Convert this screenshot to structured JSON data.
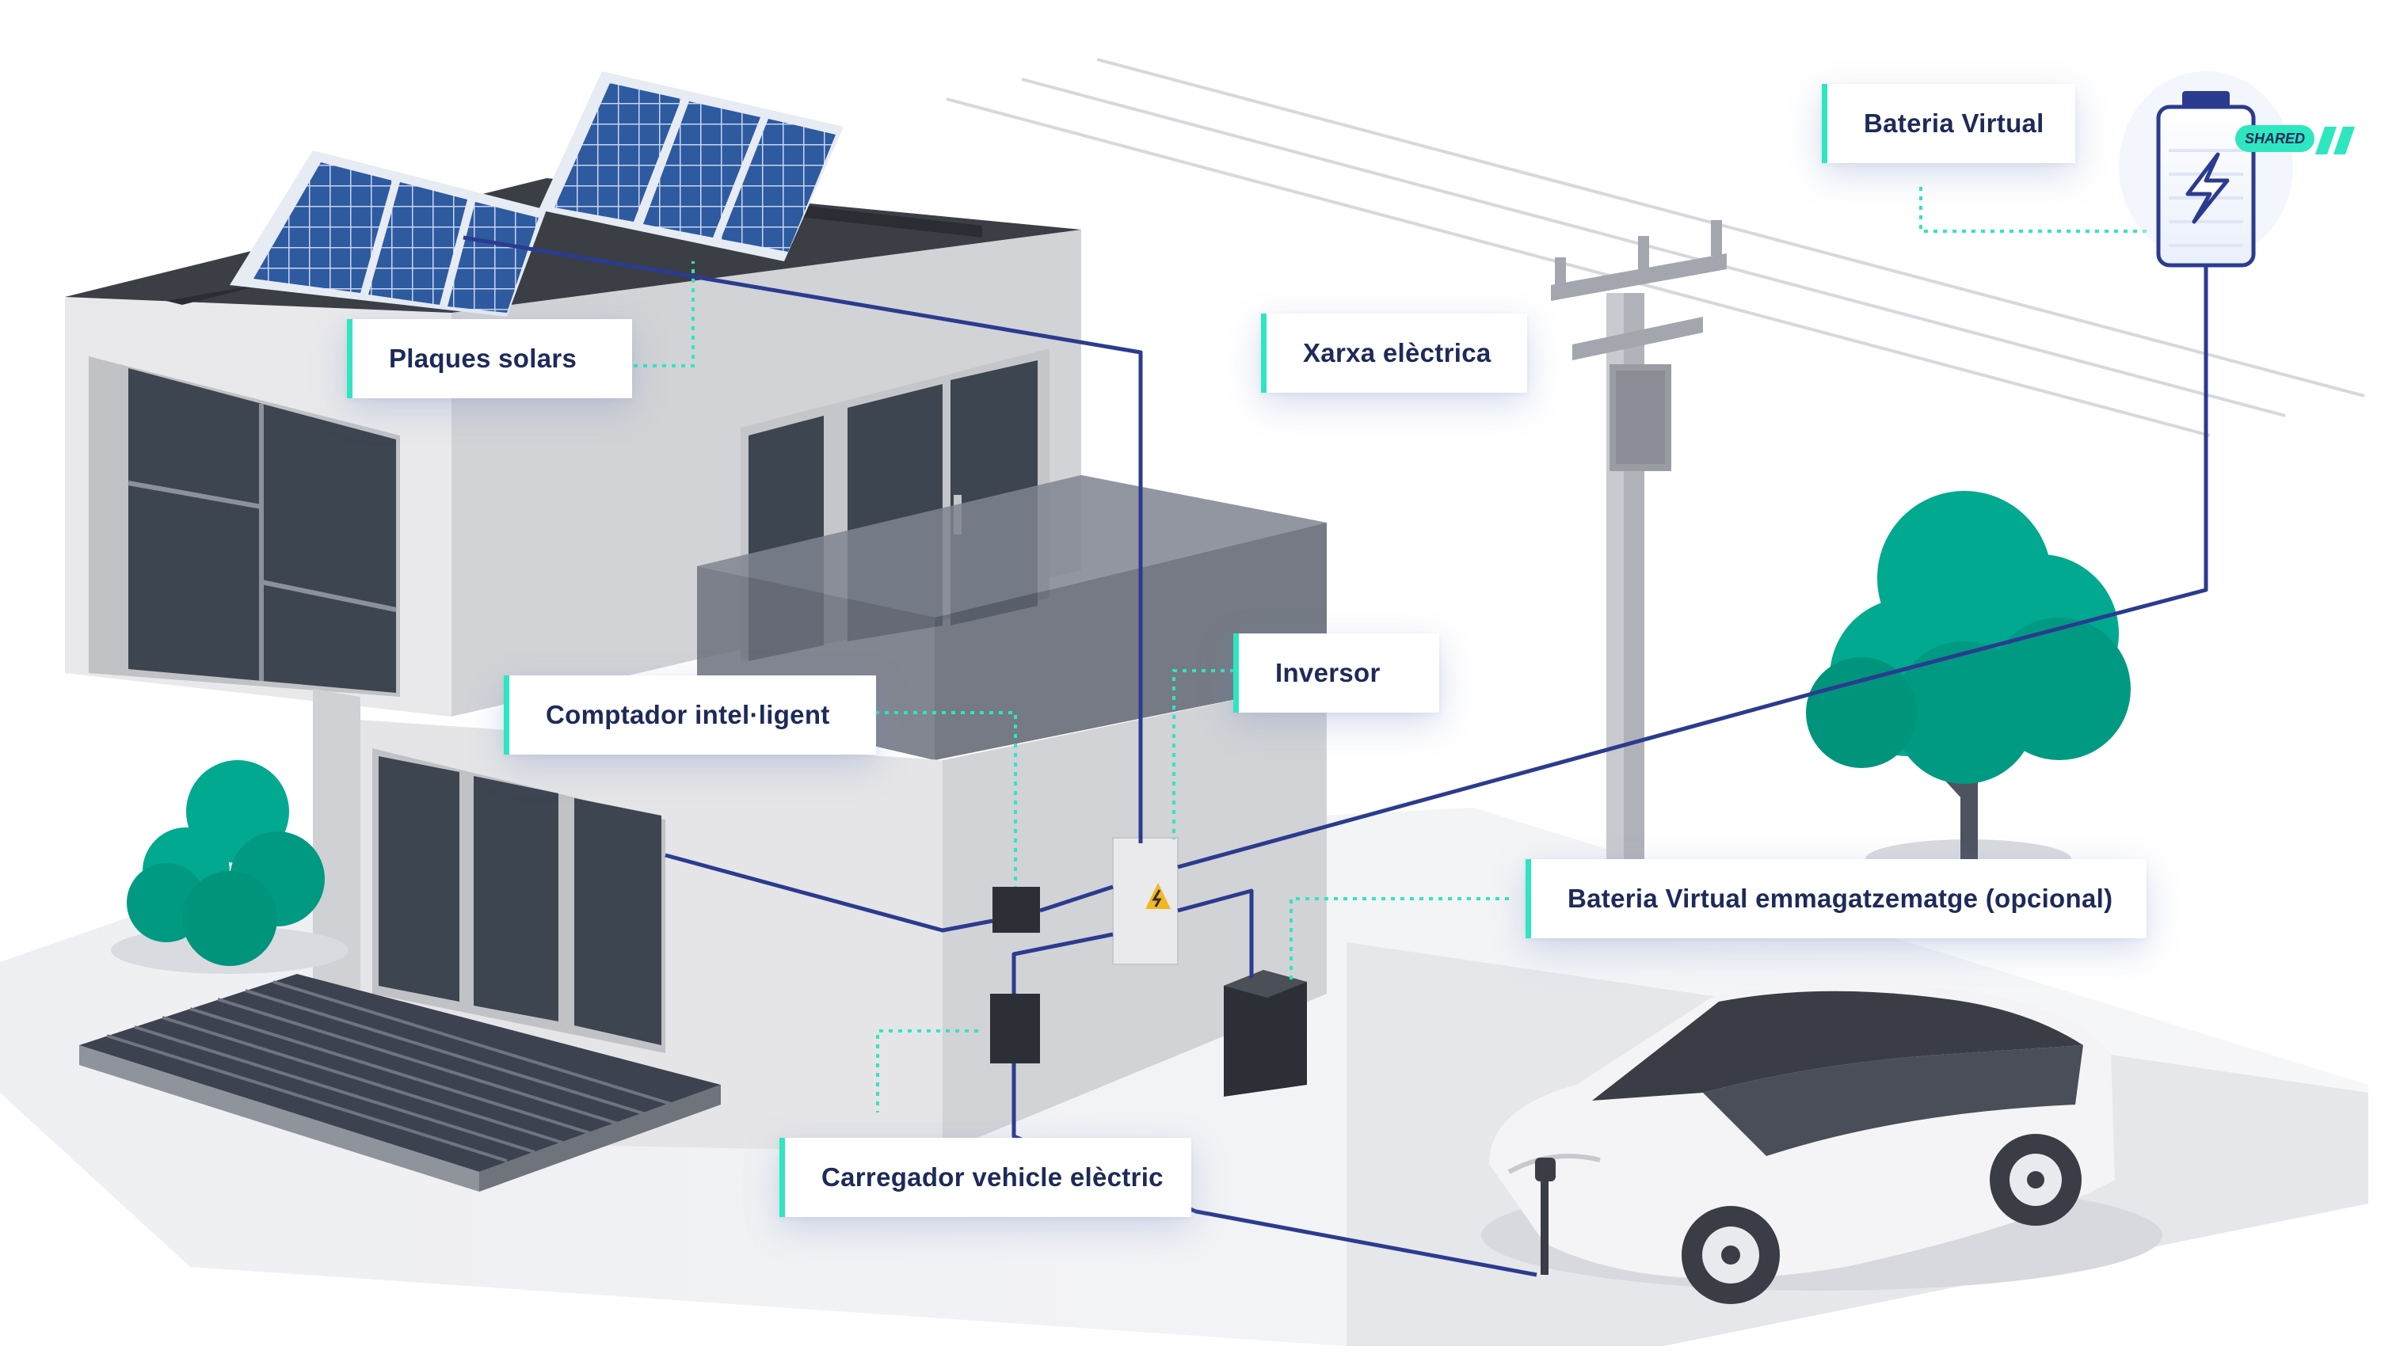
{
  "labels": {
    "solar_panels": "Plaques solars",
    "grid": "Xarxa elèctrica",
    "virtual_battery": "Bateria Virtual",
    "inverter": "Inversor",
    "smart_meter": "Comptador intel·ligent",
    "battery_storage": "Bateria Virtual emmagatzematge (opcional)",
    "ev_charger": "Carregador vehicle elèctric"
  },
  "battery_badge": "SHARED",
  "colors": {
    "accent": "#2ee6c0",
    "wire": "#2b3b8f",
    "label_text": "#1d2a5a",
    "tree": "#00a98f",
    "wall": "#e4e4e6",
    "roof": "#3b3e45",
    "solar_panel": "#2e4f8f"
  },
  "icons": [
    "bolt-icon",
    "warning-bolt-icon"
  ]
}
